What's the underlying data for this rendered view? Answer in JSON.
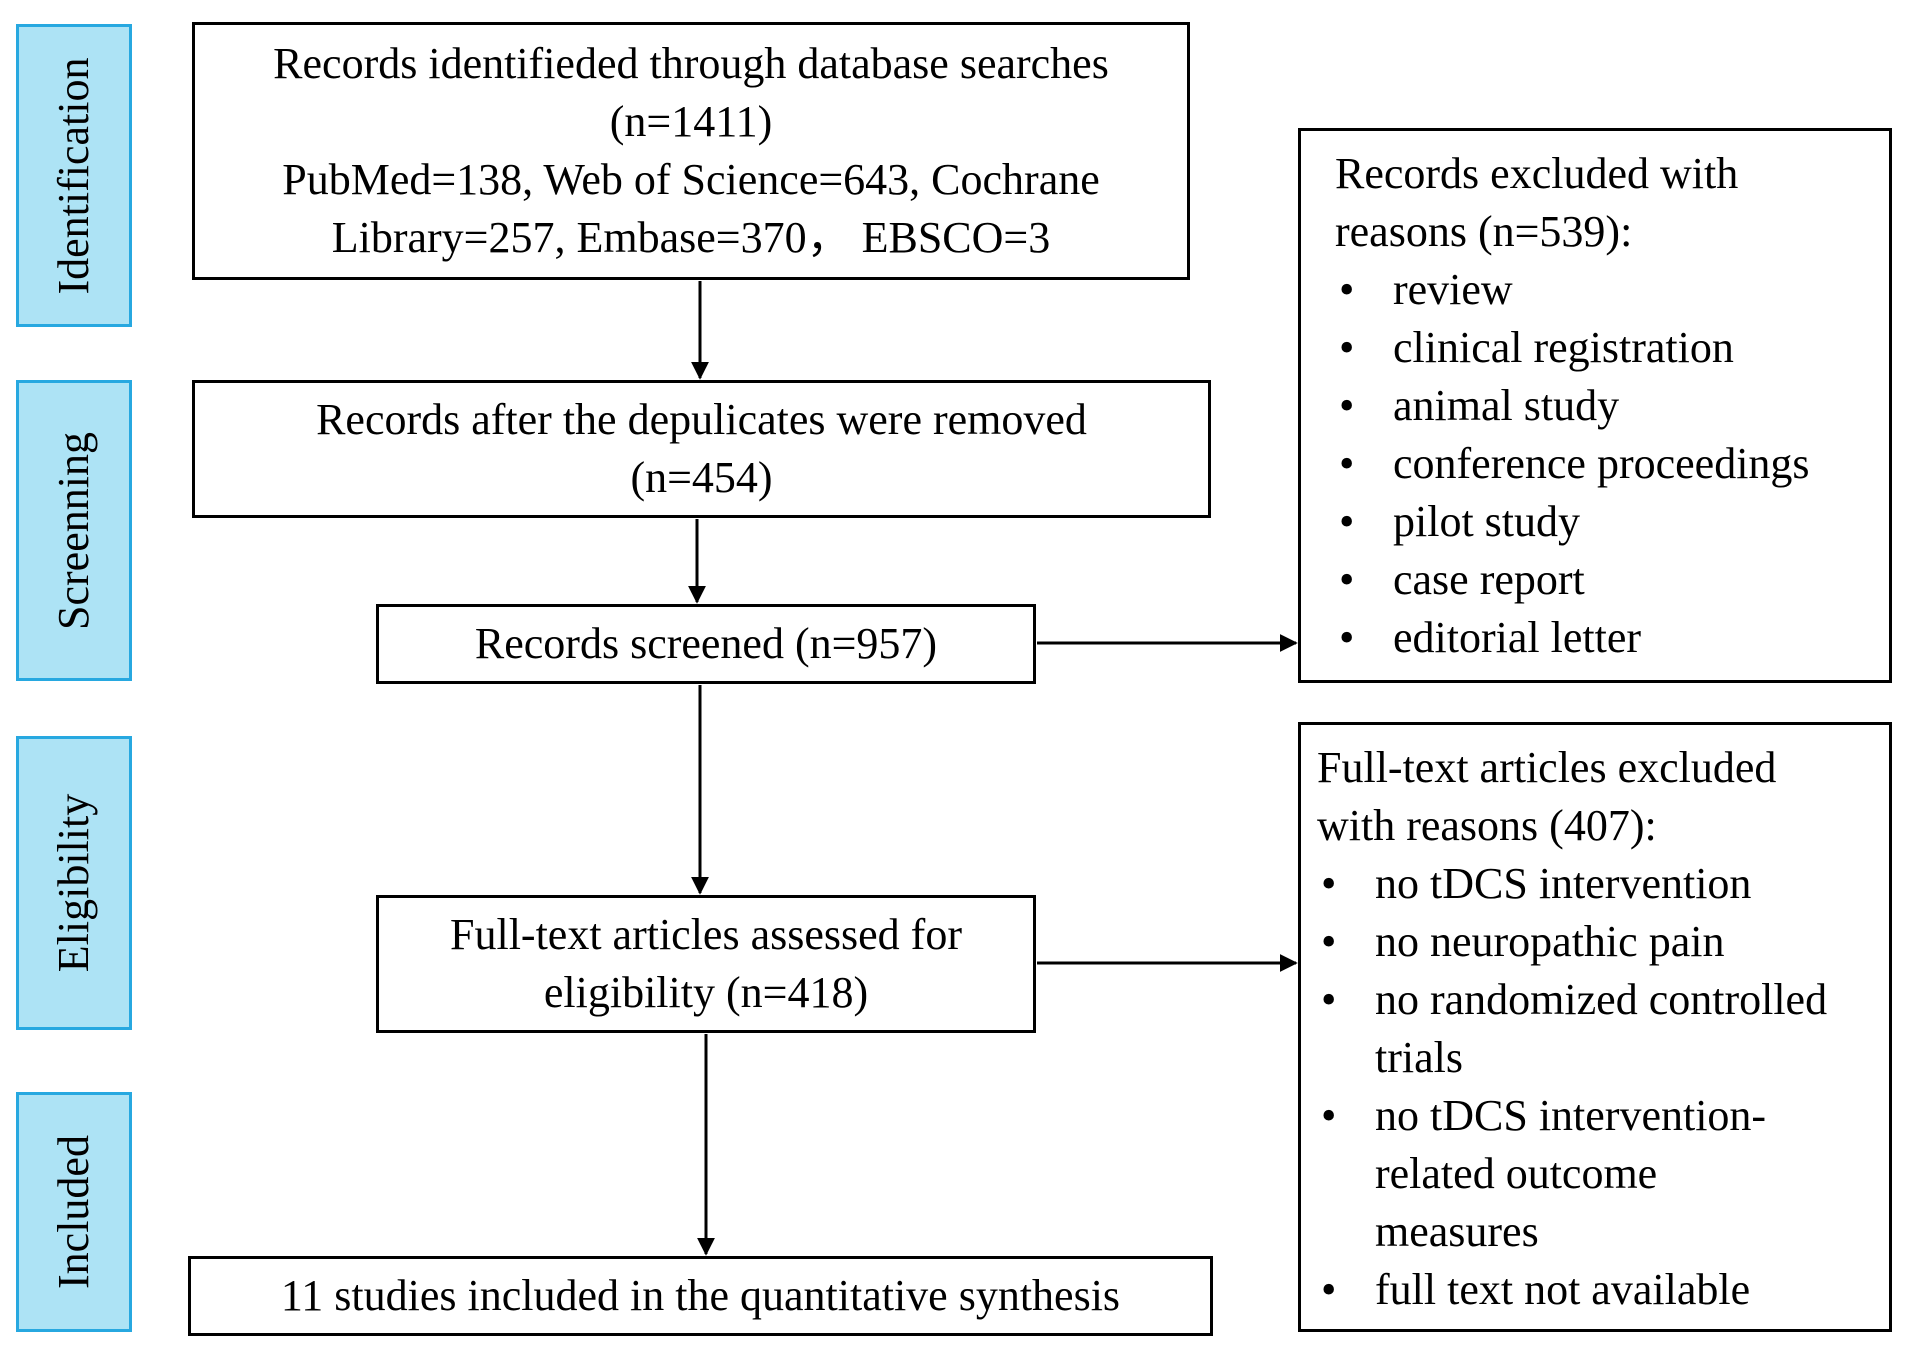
{
  "stages": [
    {
      "id": "identification",
      "label": "Identification"
    },
    {
      "id": "screening",
      "label": "Screenning"
    },
    {
      "id": "eligibility",
      "label": "Eligibility"
    },
    {
      "id": "included",
      "label": "Included"
    }
  ],
  "boxes": {
    "identified": {
      "lines": [
        "Records identifieded through database searches",
        "(n=1411)",
        "PubMed=138, Web of Science=643, Cochrane",
        "Library=257, Embase=370，  EBSCO=3"
      ]
    },
    "deduplicated": {
      "lines": [
        "Records after the depulicates were removed",
        "(n=454)"
      ]
    },
    "screened": {
      "lines": [
        "Records screened (n=957)"
      ]
    },
    "assessed": {
      "lines": [
        "Full-text articles assessed for",
        "eligibility (n=418)"
      ]
    },
    "included": {
      "lines": [
        "11 studies included in the quantitative synthesis"
      ]
    }
  },
  "excluded_records": {
    "heading": [
      "Records excluded with",
      "reasons (n=539):"
    ],
    "bullet": "•",
    "items": [
      [
        "review"
      ],
      [
        "clinical registration"
      ],
      [
        "animal study"
      ],
      [
        "conference proceedings"
      ],
      [
        "pilot study"
      ],
      [
        "case report"
      ],
      [
        "editorial letter"
      ]
    ]
  },
  "excluded_fulltext": {
    "heading": [
      "Full-text articles excluded",
      "with reasons (407):"
    ],
    "bullet": "•",
    "items": [
      [
        "no tDCS intervention"
      ],
      [
        "no neuropathic pain"
      ],
      [
        "no randomized controlled",
        "trials"
      ],
      [
        "no tDCS intervention-",
        "related outcome",
        "measures"
      ],
      [
        "full text not available"
      ]
    ]
  },
  "colors": {
    "stage_fill": "#ADE3F5",
    "stage_border": "#27A8E0",
    "box_border": "#000000",
    "text": "#000000"
  }
}
